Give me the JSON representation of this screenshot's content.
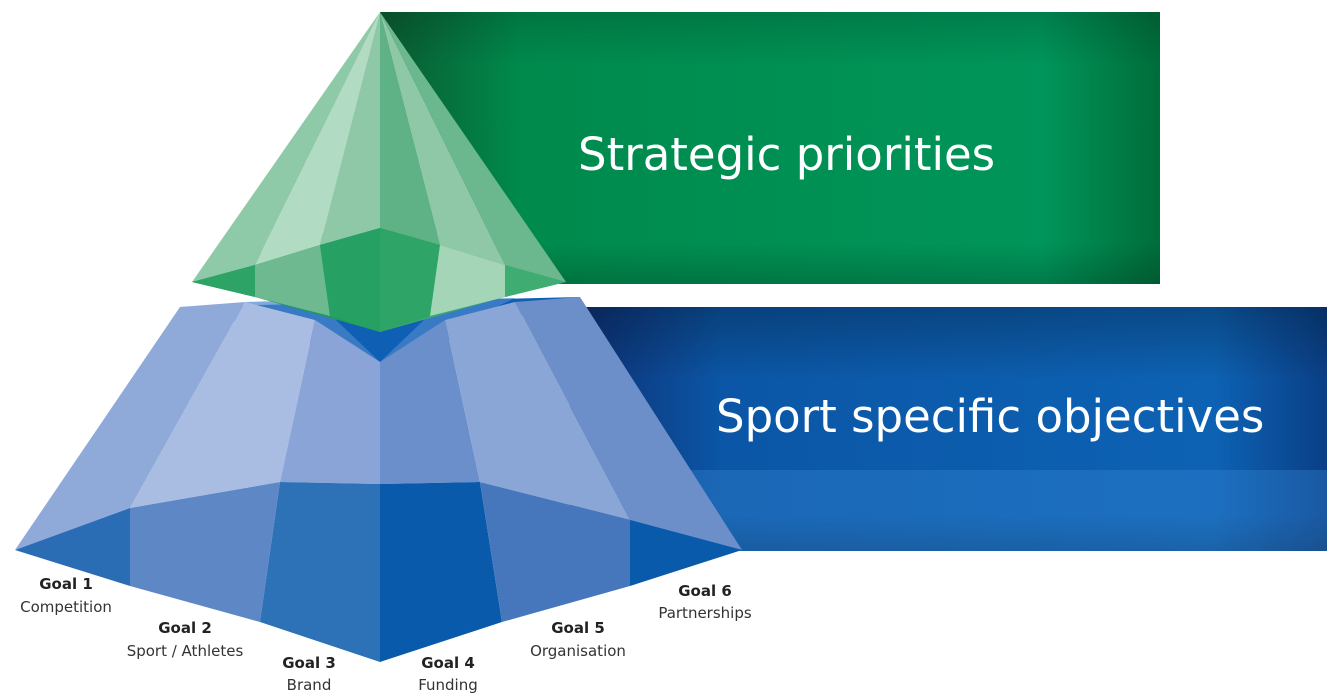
{
  "diagram": {
    "top_banner": {
      "label": "Strategic priorities",
      "color": "#008a4c"
    },
    "bottom_banner": {
      "label": "Sport specific objectives",
      "color": "#0b5fae"
    },
    "goals": [
      {
        "number": "Goal 1",
        "name": "Competition"
      },
      {
        "number": "Goal 2",
        "name": "Sport / Athletes"
      },
      {
        "number": "Goal 3",
        "name": "Brand"
      },
      {
        "number": "Goal 4",
        "name": "Funding"
      },
      {
        "number": "Goal 5",
        "name": "Organisation"
      },
      {
        "number": "Goal 6",
        "name": "Partnerships"
      }
    ]
  }
}
